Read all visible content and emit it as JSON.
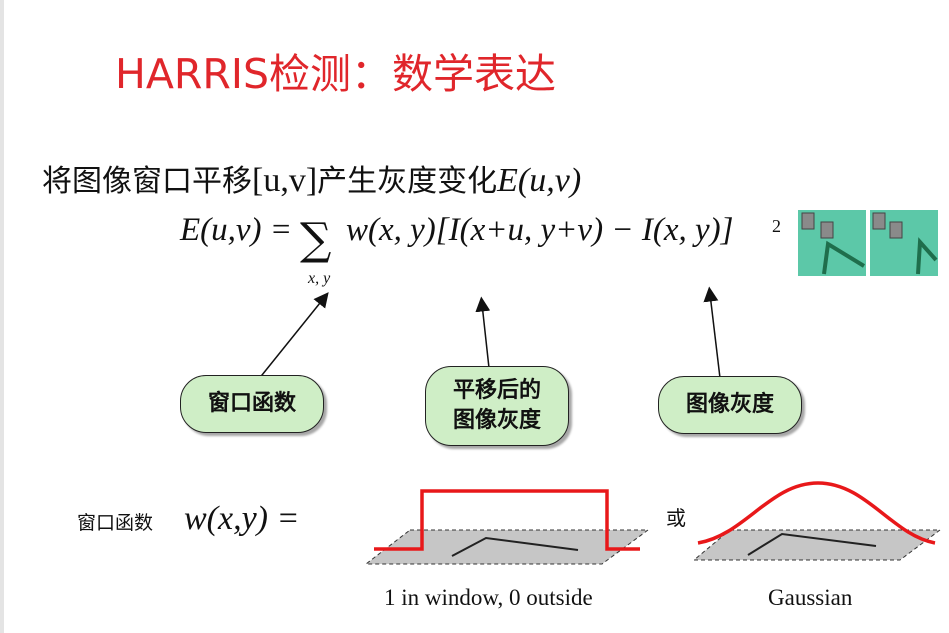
{
  "title": "HARRIS检测：数学表达",
  "subtitle": {
    "text": "将图像窗口平移",
    "shift": "[u,v]",
    "text2": "产生灰度变化",
    "energy": "E(u,v)"
  },
  "formula": {
    "lhs": "E(u,v) =",
    "body": "w(x, y)[I(x+u, y+v) − I(x, y)]",
    "sum_subscript": "x, y",
    "exponent": "2"
  },
  "callouts": {
    "window_function": "窗口函数",
    "shifted_intensity_line1": "平移后的",
    "shifted_intensity_line2": "图像灰度",
    "intensity": "图像灰度"
  },
  "window_row": {
    "label": "窗口函数",
    "func": "w(x,y) =",
    "or": "或",
    "caption_box": "1 in window, 0 outside",
    "caption_gauss": "Gaussian"
  },
  "colors": {
    "title": "#e0262b",
    "bubble_fill": "#cfeec6",
    "curve": "#e8181a",
    "thumb_bg": "#5cc8a8"
  }
}
